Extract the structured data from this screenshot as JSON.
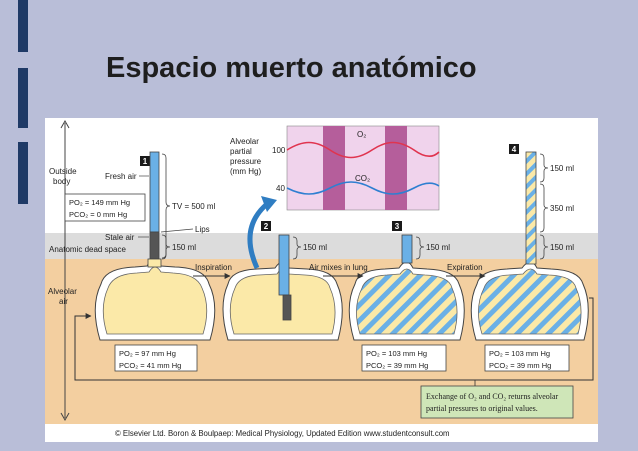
{
  "slide": {
    "title": "Espacio muerto anatómico"
  },
  "figure": {
    "labels": {
      "outside_body": [
        "Outside",
        "body"
      ],
      "fresh_air": "Fresh air",
      "stale_air": "Stale air",
      "lips": "Lips",
      "tv": "TV = 500 ml",
      "anatomic_dead_space": "Anatomic dead space",
      "alveolar_air": [
        "Alveolar",
        "air"
      ],
      "inspiration": "Inspiration",
      "air_mixes": "Air mixes in lung",
      "expiration": "Expiration",
      "alveolar_partial_pressure": [
        "Alveolar",
        "partial",
        "pressure",
        "(mm Hg)"
      ],
      "tick_100": "100",
      "tick_40": "40",
      "o2": "O₂",
      "co2": "CO₂",
      "vol_150": "150 ml",
      "vol_350": "350 ml"
    },
    "steps": [
      "1",
      "2",
      "3",
      "4"
    ],
    "fresh_air_box": {
      "po2": "PO₂ = 149 mm Hg",
      "pco2": "PCO₂ = 0 mm Hg"
    },
    "step1_values": {
      "po2": "PO₂ = 97 mm Hg",
      "pco2": "PCO₂ = 41 mm Hg"
    },
    "step3_values": {
      "po2": "PO₂ = 103 mm Hg",
      "pco2": "PCO₂ = 39 mm Hg"
    },
    "step4_values": {
      "po2": "PO₂ = 103 mm Hg",
      "pco2": "PCO₂ = 39 mm Hg"
    },
    "callout": [
      "Exchange of O₂ and CO₂ returns alveolar",
      "partial pressures to original values."
    ],
    "copyright": "© Elsevier Ltd. Boron & Boulpaep: Medical Physiology, Updated Edition   www.studentconsult.com"
  },
  "colors": {
    "o2_line": "#e0344f",
    "co2_line": "#2e7fd1",
    "fresh_air": "#6ab0e6",
    "stale_air": "#555555",
    "lung_fill": "#fbe9a8",
    "bands": "#b55e9b"
  }
}
